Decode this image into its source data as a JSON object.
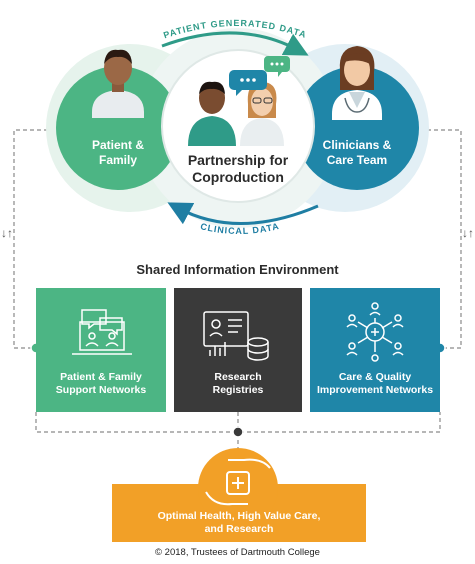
{
  "top": {
    "arc_top_label": "PATIENT GENERATED DATA",
    "arc_bottom_label": "CLINICAL DATA",
    "left_circle_label": [
      "Patient &",
      "Family"
    ],
    "center_circle_label": [
      "Partnership for",
      "Coproduction"
    ],
    "right_circle_label": [
      "Clinicians &",
      "Care Team"
    ],
    "side_arrows": "↓↑"
  },
  "section_title": "Shared Information Environment",
  "boxes": [
    {
      "label": [
        "Patient & Family",
        "Support Networks"
      ],
      "color": "#4cb584",
      "icon": "chat-laptop-icon"
    },
    {
      "label": [
        "Research",
        "Registries"
      ],
      "color": "#3a3a3a",
      "icon": "database-chart-icon"
    },
    {
      "label": [
        "Care & Quality",
        "Improvement Networks"
      ],
      "color": "#1f86a8",
      "icon": "network-people-icon"
    }
  ],
  "outcome": {
    "label": [
      "Optimal Health, High Value Care,",
      "and Research"
    ],
    "color": "#f2a027",
    "icon": "hands-medical-icon"
  },
  "copyright": "© 2018, Trustees of Dartmouth College",
  "colors": {
    "green": "#4cb584",
    "teal": "#1f86a8",
    "dark": "#3a3a3a",
    "orange": "#f2a027"
  }
}
